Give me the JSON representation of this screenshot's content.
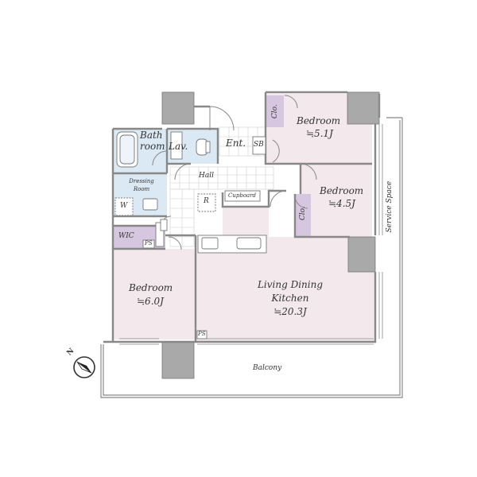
{
  "rooms": {
    "bathroom_line1": "Bath",
    "bathroom_line2": "room",
    "lavatory": "Lav.",
    "entrance": "Ent.",
    "shoe_box": "SB",
    "closet_1": "Clo.",
    "closet_2": "Clo.",
    "bedroom_1": "Bedroom",
    "bedroom_1_size": "≒5.1J",
    "bedroom_2": "Bedroom",
    "bedroom_2_size": "≒4.5J",
    "bedroom_3": "Bedroom",
    "bedroom_3_size": "≒6.0J",
    "hall": "Hall",
    "dressing_line1": "Dressing",
    "dressing_line2": "Room",
    "washer": "W",
    "refrigerator": "R",
    "cupboard": "Cupboard",
    "wic": "WIC",
    "ps_1": "PS",
    "ps_2": "PS",
    "ldk_line1": "Living Dining",
    "ldk_line2": "Kitchen",
    "ldk_size": "≒20.3J",
    "balcony": "Balcony",
    "service_space": "Service Space",
    "north": "N"
  },
  "colors": {
    "room_fill": "#f3e9ec",
    "wet_fill": "#dbe9f4",
    "closet_fill": "#d6c6e0",
    "wall": "#888888",
    "pillar": "#a9a9a9"
  }
}
